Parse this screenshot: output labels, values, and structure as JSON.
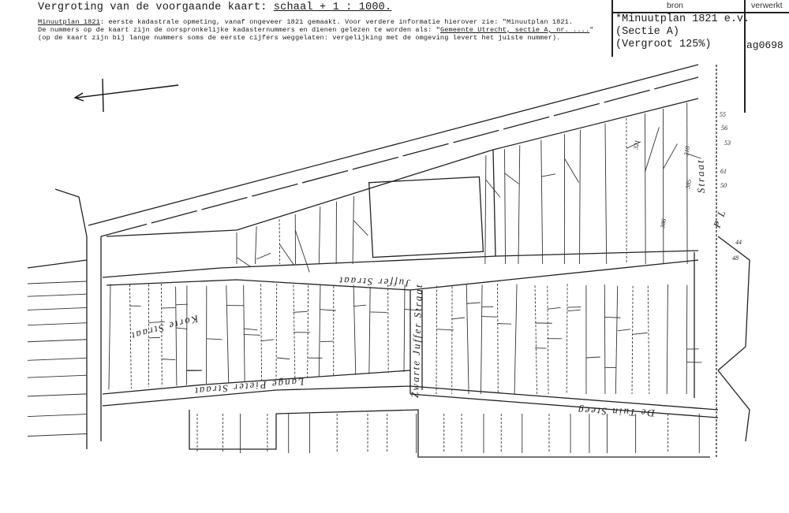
{
  "header": {
    "title_prefix": "Vergroting van de voorgaande kaart: ",
    "title_scale": "schaal + 1 : 1000.",
    "note_line1_label": "Minuutplan 1821",
    "note_line1_text": ": eerste kadastrale opmeting, vanaf ongeveer 1821 gemaakt. Voor verdere informatie hierover zie: \"Minuutplan 1821.",
    "note_line2_text": "De nummers op de kaart zijn de oorspronkelijke kadasternummers en dienen gelezen te worden als: \"",
    "note_line2_ref": "Gemeente Utrecht, sectie A, nr. ....",
    "note_line2_end": "\"",
    "note_line3_text": "(op de kaart zijn bij lange nummers soms de eerste cijfers weggelaten: vergelijking met de omgeving levert het juiste nummer)."
  },
  "source_box": {
    "col_bron": "bron",
    "col_verwerkt": "verwerkt",
    "source_line1": "*Minuutplan 1821 e.v.",
    "source_line2": "(Sectie A)",
    "source_line3": "(Vergroot 125%)",
    "code": "ag0698"
  },
  "map": {
    "streets": {
      "jufferstraat": "Juffer Straat",
      "zwarte_jufferstraat": "Zwarte Juffer Straat",
      "lange_pieterstraat": "Lange Pieter Straat",
      "korte_street": "Korte Straat",
      "twijnsteeg": "De Tuin Steeg",
      "straat_right": "Straat",
      "plaats": "P L"
    },
    "parcel_numbers": [
      "55",
      "56",
      "53",
      "61",
      "50",
      "44",
      "48",
      "318",
      "385",
      "386",
      "321"
    ]
  }
}
